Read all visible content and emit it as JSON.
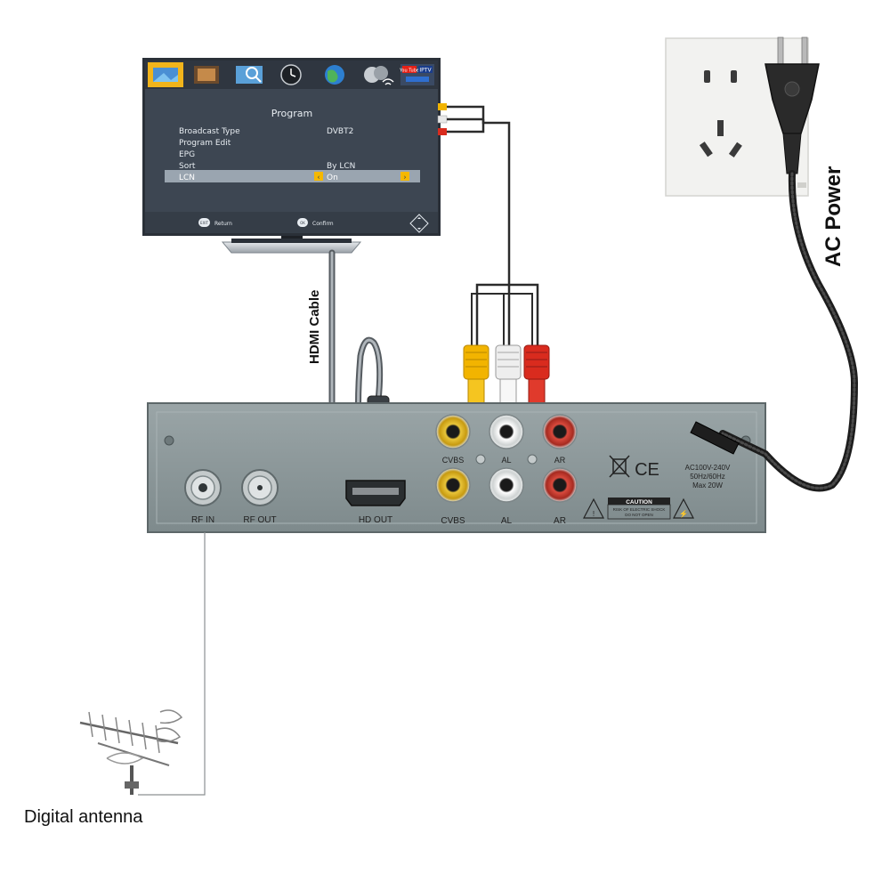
{
  "tv_menu": {
    "title": "Program",
    "items": [
      {
        "label": "Broadcast Type",
        "value": "DVBT2"
      },
      {
        "label": "Program Edit",
        "value": ""
      },
      {
        "label": "EPG",
        "value": ""
      },
      {
        "label": "Sort",
        "value": "By LCN"
      },
      {
        "label": "LCN",
        "value": "On",
        "selected": true
      }
    ],
    "footer": {
      "return_key": "EXIT",
      "return_label": "Return",
      "confirm_key": "OK",
      "confirm_label": "Confirm"
    },
    "top_icons": [
      "picture-icon",
      "photo-icon",
      "search-icon",
      "clock-icon",
      "globe-icon",
      "media-wifi-icon",
      "youtube-iptv-icon"
    ],
    "youtube_label": "You Tube",
    "iptv_label": "IPTV"
  },
  "labels": {
    "hdmi_cable": "HDMI Cable",
    "ac_power": "AC Power",
    "digital_antenna": "Digital antenna"
  },
  "device_ports": {
    "rf_in": "RF IN",
    "rf_out": "RF OUT",
    "hd_out": "HD OUT",
    "cvbs_top": "CVBS",
    "al_top": "AL",
    "ar_top": "AR",
    "cvbs_bottom": "CVBS",
    "al_bottom": "AL",
    "ar_bottom": "AR"
  },
  "device_rating": {
    "line1": "AC100V-240V",
    "line2": "50Hz/60Hz",
    "line3": "Max 20W",
    "caution_title": "CAUTION",
    "caution_line1": "RISK OF ELECTRIC SHOCK",
    "caution_line2": "DO NOT OPEN",
    "ce_mark": "CE"
  },
  "colors": {
    "rca_yellow": "#f2b400",
    "rca_white": "#e8e8e8",
    "rca_red": "#d92b1e",
    "device_panel": "#8e9a9c",
    "osd_bg": "#3c4550",
    "osd_highlight": "#9aa5b0",
    "osd_accent": "#f5b800"
  }
}
